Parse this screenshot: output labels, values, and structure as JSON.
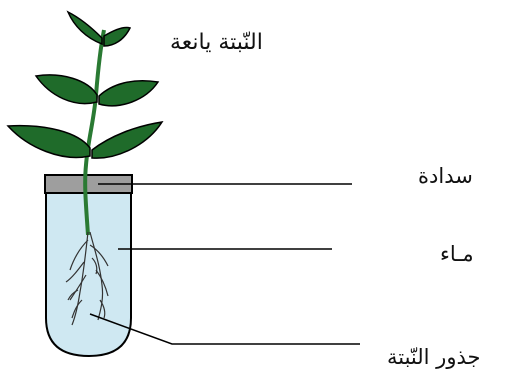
{
  "labels": {
    "plant": "النّبتة يانعة",
    "stopper": "سدادة",
    "water": "مـاء",
    "roots": "جذور النّبتة"
  },
  "colors": {
    "leaf": "#1f6b2a",
    "stem": "#2a7a33",
    "stopper": "#9e9e9e",
    "water": "#cfe8f2",
    "outline": "#000000"
  }
}
